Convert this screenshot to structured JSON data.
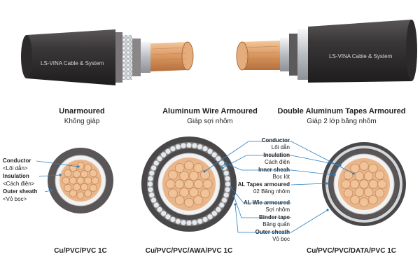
{
  "cables": {
    "left": {
      "brand": "LS-VINA Cable & System"
    },
    "right": {
      "brand": "LS-VINA Cable & System"
    }
  },
  "types": [
    {
      "title": "Unarmoured",
      "subtitle": "Không giáp",
      "code": "Cu/PVC/PVC 1C"
    },
    {
      "title": "Aluminum Wire Armoured",
      "subtitle": "Giáp sợi nhôm",
      "code": "Cu/PVC/PVC/AWA/PVC 1C"
    },
    {
      "title": "Double Aluminum Tapes Armoured",
      "subtitle": "Giáp 2 lớp băng nhôm",
      "code": "Cu/PVC/PVC/DATA/PVC 1C"
    }
  ],
  "left_labels": [
    {
      "en": "Conductor",
      "vi": "<Lõi dẫn>"
    },
    {
      "en": "Insulation",
      "vi": "<Cách điện>"
    },
    {
      "en": "Outer sheath",
      "vi": "<Vỏ bọc>"
    }
  ],
  "center_labels": [
    {
      "en": "Conductor",
      "vi": "Lõi dẫn"
    },
    {
      "en": "Insulation",
      "vi": "Cách điện"
    },
    {
      "en": "Inner sheah",
      "vi": "Bọc lót"
    },
    {
      "en": "AL Tapes armoured",
      "vi": "02 Băng nhôm"
    },
    {
      "en": "AL Wie armoured",
      "vi": "Sợi nhôm"
    },
    {
      "en": "Binder tape",
      "vi": "Băng quấn"
    },
    {
      "en": "Outer sheath",
      "vi": "Vỏ bọc"
    }
  ],
  "colors": {
    "sheath": "#3d3a3c",
    "copper": "#e8b48a",
    "insulation": "#f4f4f4",
    "aluminum": "#c8ccd0",
    "leader": "#2a7fc0"
  }
}
